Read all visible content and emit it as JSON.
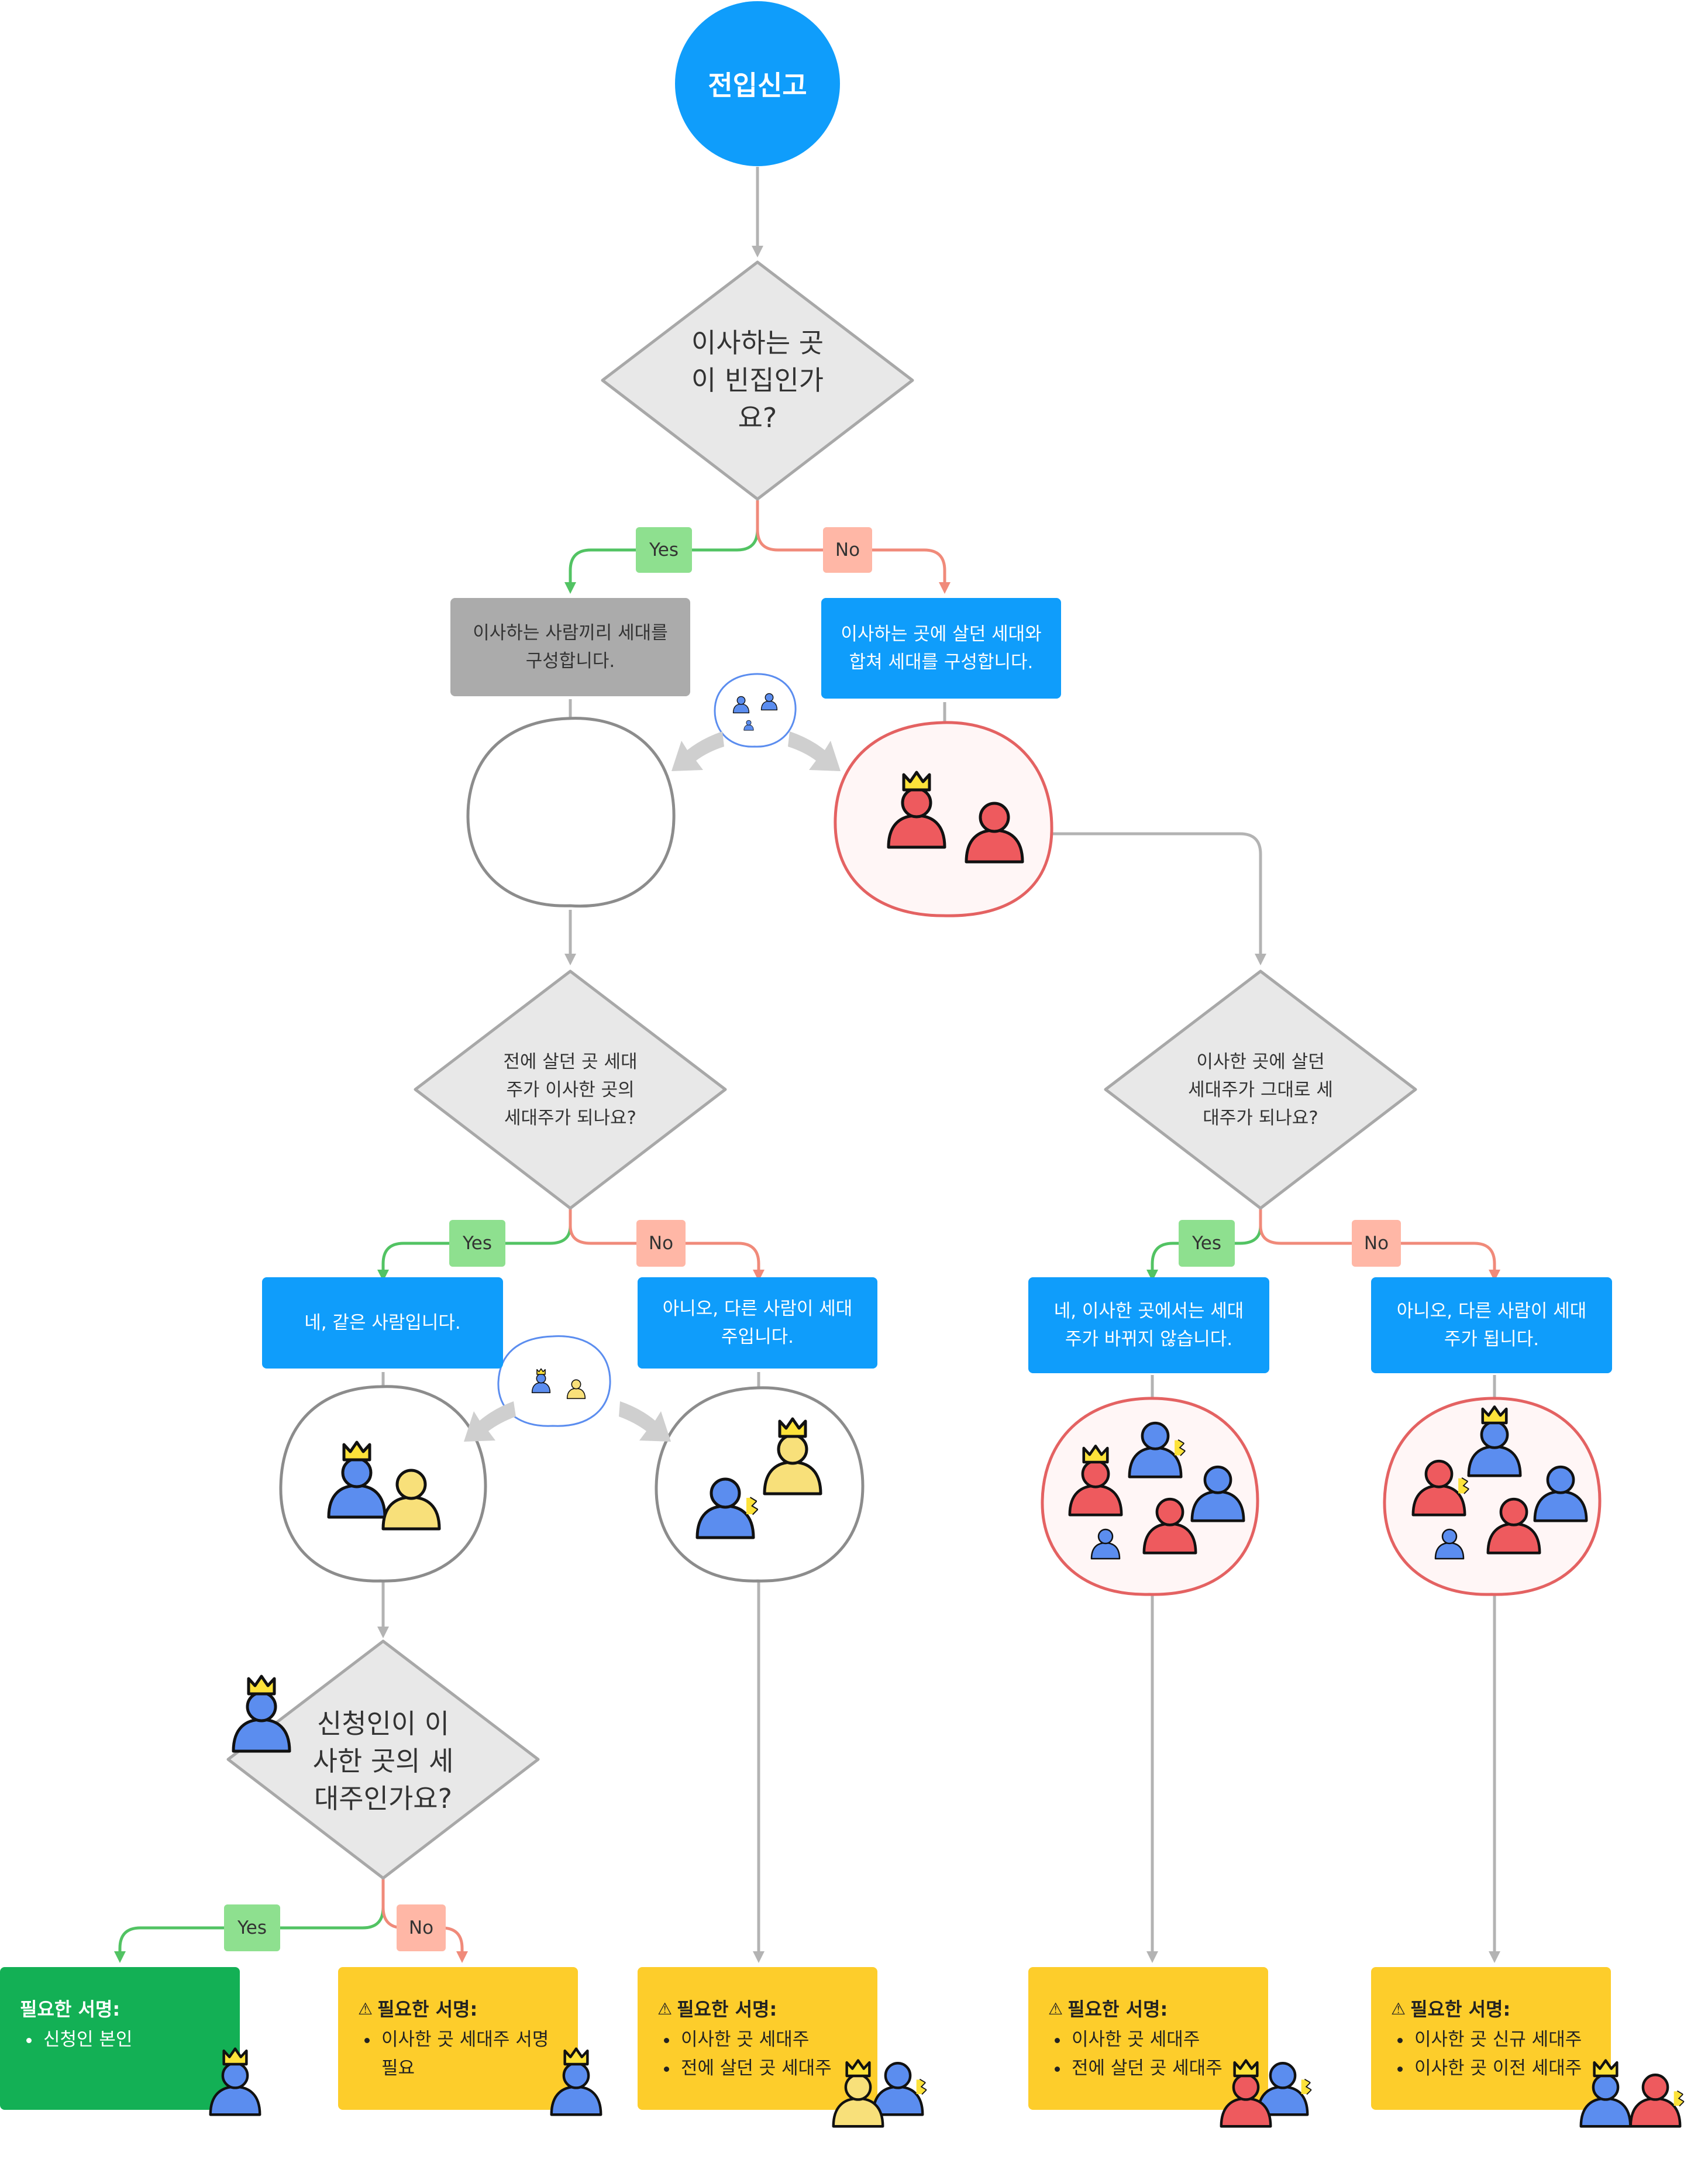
{
  "start": {
    "label": "전입신고"
  },
  "q1": {
    "lines": [
      "이사하는 곳",
      "이 빈집인가",
      "요?"
    ]
  },
  "q1_yes": "Yes",
  "q1_no": "No",
  "box_new_household": {
    "lines": [
      "이사하는 사람끼리 세대를",
      "구성합니다."
    ]
  },
  "box_merge_household": {
    "lines": [
      "이사하는 곳에 살던 세대와",
      "합쳐 세대를 구성합니다."
    ]
  },
  "q2": {
    "lines": [
      "전에 살던 곳 세대",
      "주가 이사한 곳의",
      "세대주가 되나요?"
    ]
  },
  "q2_yes": "Yes",
  "q2_no": "No",
  "q3": {
    "lines": [
      "이사한 곳에 살던",
      "세대주가 그대로 세",
      "대주가 되나요?"
    ]
  },
  "q3_yes": "Yes",
  "q3_no": "No",
  "box_same_person": {
    "lines": [
      "네, 같은 사람입니다."
    ]
  },
  "box_diff_person": {
    "lines": [
      "아니오, 다른 사람이 세대",
      "주입니다."
    ]
  },
  "box_no_change": {
    "lines": [
      "네, 이사한 곳에서는 세대",
      "주가 바뀌지 않습니다."
    ]
  },
  "box_becomes_other": {
    "lines": [
      "아니오, 다른 사람이 세대",
      "주가 됩니다."
    ]
  },
  "q4": {
    "lines": [
      "신청인이 이",
      "사한 곳의 세",
      "대주인가요?"
    ]
  },
  "q4_yes": "Yes",
  "q4_no": "No",
  "result_applicant": {
    "title": "필요한 서명:",
    "items": [
      "신청인 본인"
    ]
  },
  "result_head_sign": {
    "title": "필요한 서명:",
    "items": [
      "이사한 곳 세대주 서명",
      "필요"
    ]
  },
  "result_both_heads": {
    "title": "필요한 서명:",
    "items": [
      "이사한 곳 세대주",
      "전에 살던 곳 세대주"
    ]
  },
  "result_moved_and_prev": {
    "title": "필요한 서명:",
    "items": [
      "이사한 곳 세대주",
      "전에 살던 곳 세대주"
    ]
  },
  "result_new_old_head": {
    "title": "필요한 서명:",
    "items": [
      "이사한 곳 신규 세대주",
      "이사한 곳 이전 세대주"
    ]
  },
  "colors": {
    "primary_blue": "#0f9dfb",
    "yes_green": "#8ee08f",
    "no_salmon": "#ffb7a6",
    "result_yellow": "#fdcd2b",
    "result_green": "#13b055",
    "person_blue": "#5b8def",
    "person_red": "#ee5a5e",
    "person_yellow": "#f8e07a",
    "crown_yellow": "#fde23a"
  }
}
